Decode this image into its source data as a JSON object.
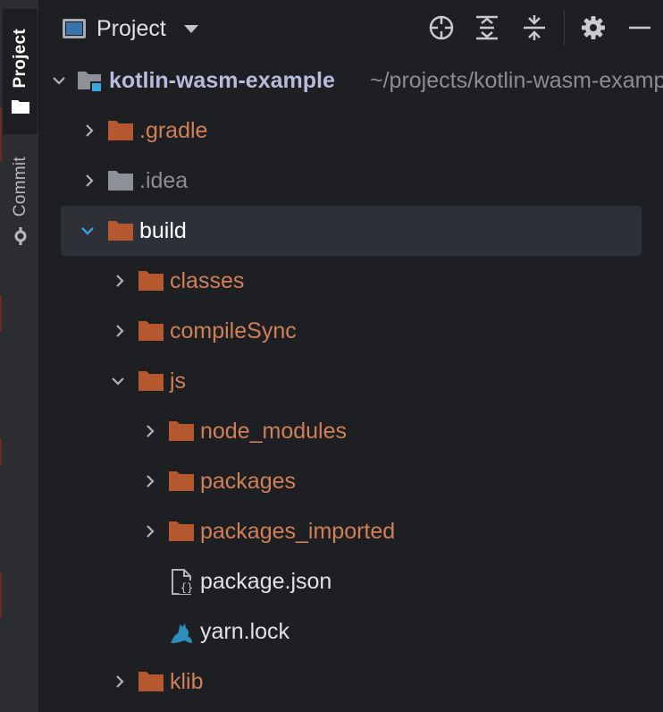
{
  "side_strip": {
    "project_tab": "Project",
    "commit_tab": "Commit"
  },
  "toolbar": {
    "title": "Project",
    "icons": [
      "locate-icon",
      "expand-all-icon",
      "collapse-all-icon",
      "gear-icon",
      "minimize-icon"
    ]
  },
  "tree": [
    {
      "label": "kotlin-wasm-example",
      "path": "~/projects/kotlin-wasm-example",
      "expanded": true,
      "icon": "module-folder-icon"
    },
    {
      "label": ".gradle",
      "expanded": false,
      "icon": "folder-excluded-icon"
    },
    {
      "label": ".idea",
      "expanded": false,
      "icon": "folder-icon"
    },
    {
      "label": "build",
      "expanded": true,
      "selected": true,
      "icon": "folder-excluded-icon"
    },
    {
      "label": "classes",
      "expanded": false,
      "icon": "folder-excluded-icon"
    },
    {
      "label": "compileSync",
      "expanded": false,
      "icon": "folder-excluded-icon"
    },
    {
      "label": "js",
      "expanded": true,
      "icon": "folder-excluded-icon"
    },
    {
      "label": "node_modules",
      "expanded": false,
      "icon": "folder-excluded-icon"
    },
    {
      "label": "packages",
      "expanded": false,
      "icon": "folder-excluded-icon"
    },
    {
      "label": "packages_imported",
      "expanded": false,
      "icon": "folder-excluded-icon"
    },
    {
      "label": "package.json",
      "icon": "json-file-icon"
    },
    {
      "label": "yarn.lock",
      "icon": "yarn-cat-icon"
    },
    {
      "label": "klib",
      "expanded": false,
      "icon": "folder-excluded-icon"
    }
  ],
  "colors": {
    "excluded_folder": "#b5582f",
    "excluded_text": "#d07f58",
    "selection": "#2e3038",
    "background": "#1e1f22",
    "accent": "#3b9cd9"
  }
}
